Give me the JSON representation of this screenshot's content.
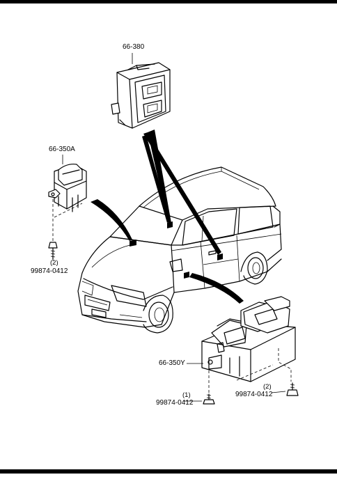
{
  "parts": {
    "mirror_switch": {
      "part_no": "66-380"
    },
    "passenger_switch": {
      "part_no": "66-350A"
    },
    "master_switch": {
      "part_no": "66-350Y"
    },
    "screw_left": {
      "part_no": "99874-0412",
      "qty": "(2)"
    },
    "screw_bottom": {
      "part_no": "99874-0412",
      "qty": "(1)"
    },
    "screw_right": {
      "part_no": "99874-0412",
      "qty": "(2)"
    }
  }
}
